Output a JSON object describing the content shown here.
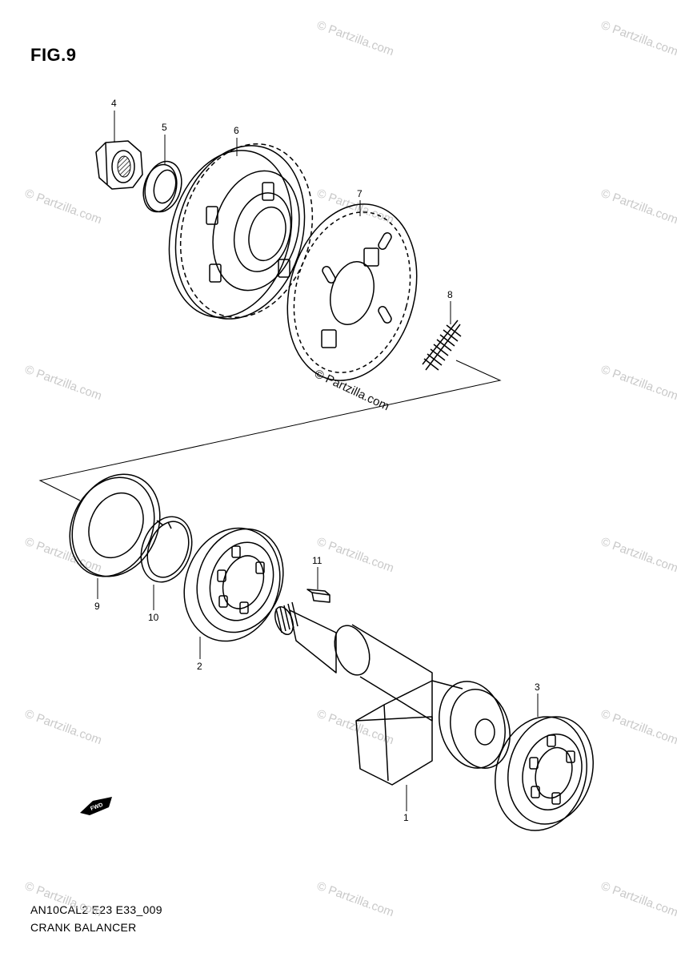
{
  "figure": {
    "title": "FIG.9",
    "code": "AN10CAL2 E23 E33_009",
    "name": "CRANK BALANCER"
  },
  "watermark": "© Partzilla.com",
  "parts": [
    {
      "ref": "1"
    },
    {
      "ref": "2"
    },
    {
      "ref": "3"
    },
    {
      "ref": "4"
    },
    {
      "ref": "5"
    },
    {
      "ref": "6"
    },
    {
      "ref": "7"
    },
    {
      "ref": "8"
    },
    {
      "ref": "9"
    },
    {
      "ref": "10"
    },
    {
      "ref": "11"
    }
  ],
  "direction_badge": "FWD"
}
